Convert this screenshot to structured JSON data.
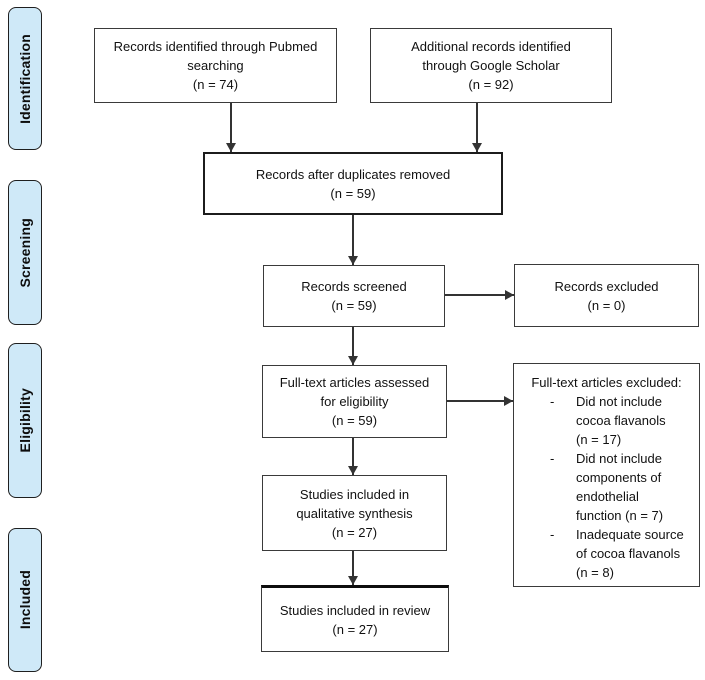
{
  "colors": {
    "stage_fill": "#cfe9f8",
    "stage_border": "#1f1f1f",
    "box_border": "#3a3a3a",
    "arrow": "#333333"
  },
  "sidebar": {
    "stages": [
      {
        "label": "Identification"
      },
      {
        "label": "Screening"
      },
      {
        "label": "Eligibility"
      },
      {
        "label": "Included"
      }
    ]
  },
  "flow": {
    "pubmed": {
      "text": "Records identified through Pubmed\nsearching\n(n = 74)"
    },
    "scholar": {
      "text": "Additional records identified\nthrough Google Scholar\n(n = 92)"
    },
    "duplicates_removed": {
      "text": "Records after duplicates removed\n(n = 59)"
    },
    "screened": {
      "text": "Records screened\n(n = 59)"
    },
    "records_excluded": {
      "text": "Records excluded\n(n = 0)"
    },
    "assessed": {
      "text": "Full-text articles assessed\nfor eligibility\n(n = 59)"
    },
    "ft_excluded": {
      "title": "Full-text articles excluded:",
      "bullet": "-",
      "items": [
        "Did not include\ncocoa flavanols\n(n = 17)",
        "Did not include\ncomponents of\nendothelial\nfunction (n = 7)",
        "Inadequate source\nof cocoa flavanols\n(n = 8)"
      ]
    },
    "qualitative": {
      "text": "Studies included in\nqualitative synthesis\n(n = 27)"
    },
    "review": {
      "text": "Studies included in review\n(n = 27)"
    }
  }
}
